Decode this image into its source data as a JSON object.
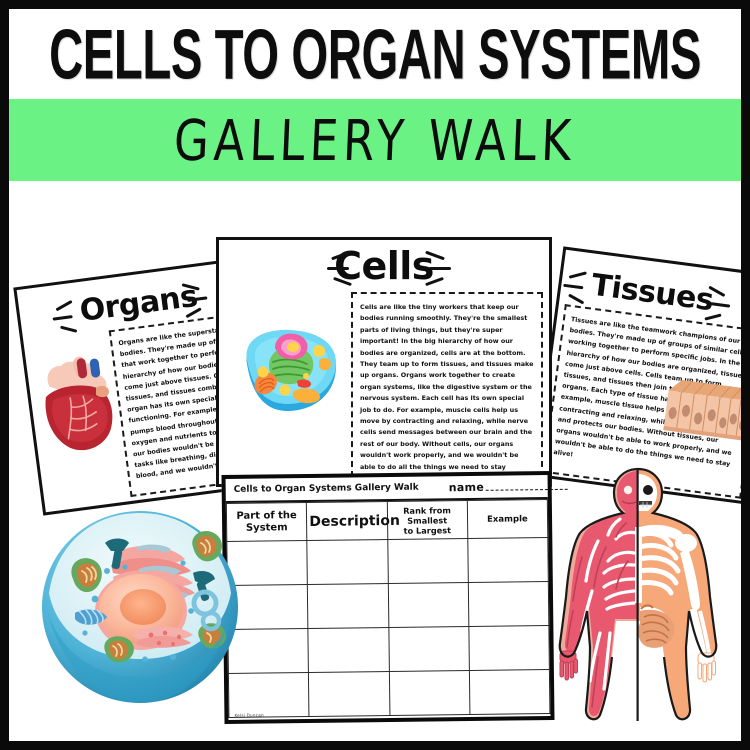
{
  "header": {
    "title": "CELLS TO ORGAN SYSTEMS",
    "subtitle": "GALLERY WALK",
    "banner_color": "#6bf285"
  },
  "cards": {
    "organs": {
      "title": "Organs",
      "body": "Organs are like the superstar team players of our bodies. They're made up of different types of tissues that work together to perform specific jobs. In the hierarchy of how our bodies are organized, organs come just above tissues. Cells team up to form tissues, and tissues combine to create organs. Each organ has its own special job to keep us healthy and functioning. For example, the heart is an organ that pumps blood throughout our bodies, delivering oxygen and nutrients to our cells. Without organs, our bodies wouldn't be able to carry out essential tasks like breathing, digesting food, or circulating blood, and we wouldn't be able to stay alive!",
      "illustration": "heart-illustration"
    },
    "cells": {
      "title": "Cells",
      "body": "Cells are like the tiny workers that keep our bodies running smoothly. They're the smallest parts of living things, but they're super important! In the big hierarchy of how our bodies are organized, cells are at the bottom. They team up to form tissues, and tissues make up organs. Organs work together to create organ systems, like the digestive system or the nervous system. Each cell has its own special job to do. For example, muscle cells help us move by contracting and relaxing, while nerve cells send messages between our brain and the rest of our body. Without cells, our organs wouldn't work properly, and we wouldn't be able to do all the things we need to stay healthy and alive!",
      "illustration": "animal-cell-illustration"
    },
    "tissues": {
      "title": "Tissues",
      "body": "Tissues are like the teamwork champions of our bodies. They're made up of groups of similar cells working together to perform specific jobs. In the hierarchy of how our bodies are organized, tissues come just above cells. Cells team up to form tissues, and tissues then join together to make organs. Each type of tissue has a special role. For example, muscle tissue helps us move by contracting and relaxing, while skin tissue covers and protects our bodies. Without tissues, our organs wouldn't be able to work properly, and we wouldn't be able to do the things we need to stay alive!",
      "illustration": "epithelial-tissue-illustration"
    }
  },
  "worksheet": {
    "heading": "Cells to Organ Systems Gallery Walk",
    "name_label": "name",
    "columns": [
      "Part of the System",
      "Description",
      "Rank from Smallest to Largest",
      "Example"
    ],
    "column_labels": {
      "part_line1": "Part of the",
      "part_line2": "System",
      "description": "Description",
      "rank_line1": "Rank from Smallest",
      "rank_line2": "to Largest",
      "example": "Example"
    },
    "rows": [
      [
        "",
        "",
        "",
        ""
      ],
      [
        "",
        "",
        "",
        ""
      ],
      [
        "",
        "",
        "",
        ""
      ],
      [
        "",
        "",
        "",
        ""
      ]
    ],
    "credit": "Kelsi Duncan"
  },
  "illustrations": {
    "big_cell": "3d-animal-cell-diagram",
    "anatomy": "human-body-muscular-skeletal-figure"
  }
}
